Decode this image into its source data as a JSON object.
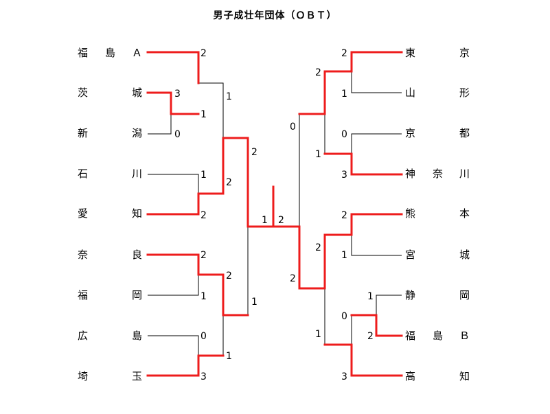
{
  "title": "男子成壮年団体（ＯＢＴ）",
  "left_teams": [
    [
      "福",
      "島",
      "Ａ"
    ],
    [
      "茨",
      "",
      "城"
    ],
    [
      "新",
      "",
      "潟"
    ],
    [
      "石",
      "",
      "川"
    ],
    [
      "愛",
      "",
      "知"
    ],
    [
      "奈",
      "",
      "良"
    ],
    [
      "福",
      "",
      "岡"
    ],
    [
      "広",
      "",
      "島"
    ],
    [
      "埼",
      "",
      "玉"
    ]
  ],
  "right_teams": [
    [
      "東",
      "",
      "京"
    ],
    [
      "山",
      "",
      "形"
    ],
    [
      "京",
      "",
      "都"
    ],
    [
      "神",
      "奈",
      "川"
    ],
    [
      "熊",
      "",
      "本"
    ],
    [
      "宮",
      "",
      "城"
    ],
    [
      "静",
      "",
      "岡"
    ],
    [
      "福",
      "島",
      "Ｂ"
    ],
    [
      "高",
      "",
      "知"
    ]
  ],
  "scores": {
    "l_r1_fukushimaA": "2",
    "l_pre_ibaraki": "3",
    "l_pre_niigata": "0",
    "l_r1_ibaraki": "1",
    "l_r2_top": "1",
    "l_r1_ishikawa": "1",
    "l_r1_aichi": "2",
    "l_r2_aichi": "2",
    "l_r1_nara": "2",
    "l_r1_fukuoka": "1",
    "l_r2_nara": "2",
    "l_r1_hiroshima": "0",
    "l_r1_saitama": "3",
    "l_r2_saitama": "1",
    "l_sf_top": "2",
    "l_sf_bottom": "1",
    "final_left": "1",
    "final_right": "2",
    "r_r1_tokyo": "2",
    "r_r1_yamagata": "1",
    "r_r2_tokyo": "2",
    "r_r1_kyoto": "0",
    "r_r1_kanagawa": "3",
    "r_r2_kanagawa": "1",
    "r_sf_top": "0",
    "r_r1_kumamoto": "2",
    "r_r1_miyagi": "1",
    "r_r2_kumamoto": "2",
    "r_pre_shizuoka": "1",
    "r_pre_fukushimaB": "2",
    "r_r1_fukushimaB": "0",
    "r_r1_kochi": "3",
    "r_r2_kochi": "1",
    "r_sf_bottom": "2"
  }
}
